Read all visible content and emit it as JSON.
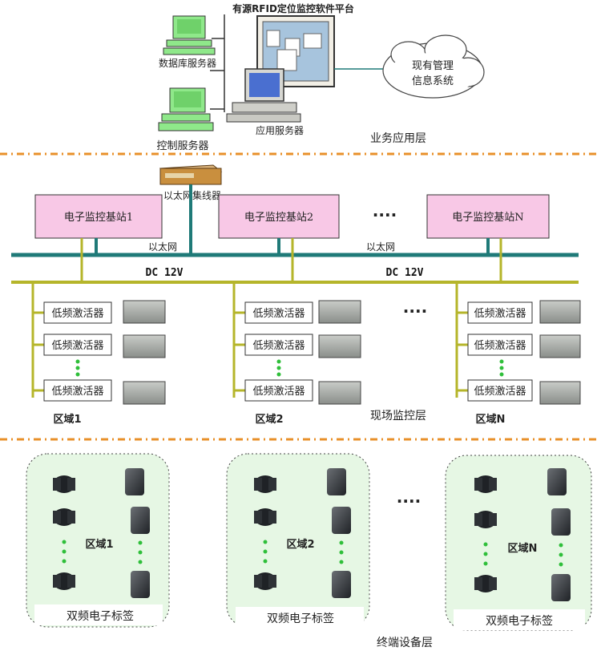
{
  "title": "有源RFID定位监控软件平台",
  "servers": {
    "database": "数据库服务器",
    "control": "控制服务器",
    "application": "应用服务器"
  },
  "cloud": {
    "line1": "现有管理",
    "line2": "信息系统"
  },
  "layers": {
    "business": "业务应用层",
    "field": "现场监控层",
    "terminal": "终端设备层"
  },
  "switch_label": "以太网集线器",
  "base_stations": [
    "电子监控基站1",
    "电子监控基站2",
    "电子监控基站N"
  ],
  "ethernet_label": "以太网",
  "dc_label": "DC 12V",
  "activator_label": "低频激活器",
  "zones": [
    "区域1",
    "区域2",
    "区域N"
  ],
  "tag_label": "双频电子标签",
  "colors": {
    "dashed_divider": "#e8902a",
    "ethernet_bus": "#1f7a78",
    "dc_bus": "#b5b52a",
    "base_station_fill": "#f8c8e6",
    "computer_green": "#8fe88a",
    "terminal_fill": "#e6f7e4",
    "dot_green": "#2fbf3a"
  }
}
